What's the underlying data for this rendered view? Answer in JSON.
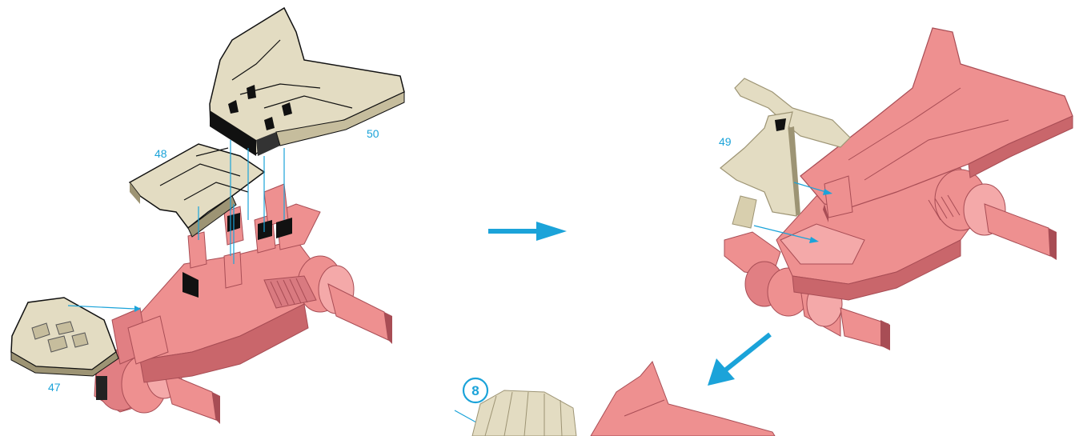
{
  "labels": {
    "part_47": "47",
    "part_48": "48",
    "part_49": "49",
    "part_50": "50"
  },
  "next_step": "8",
  "colors": {
    "pink": "#ee9090",
    "pink_dark": "#c9666b",
    "pink_shadow": "#a84d55",
    "beige": "#e3dcc2",
    "beige_dark": "#c6bd9d",
    "beige_shadow": "#9d9474",
    "blue": "#1ba3d9",
    "black": "#111111"
  }
}
